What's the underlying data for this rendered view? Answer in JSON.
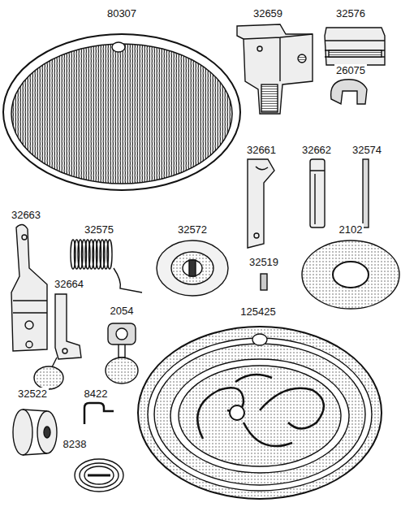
{
  "diagram": {
    "labels": [
      "80307",
      "32659",
      "32576",
      "26075",
      "32661",
      "32662",
      "32574",
      "32663",
      "32575",
      "32572",
      "2102",
      "32519",
      "32664",
      "2054",
      "125425",
      "32522",
      "8422",
      "8238"
    ]
  }
}
